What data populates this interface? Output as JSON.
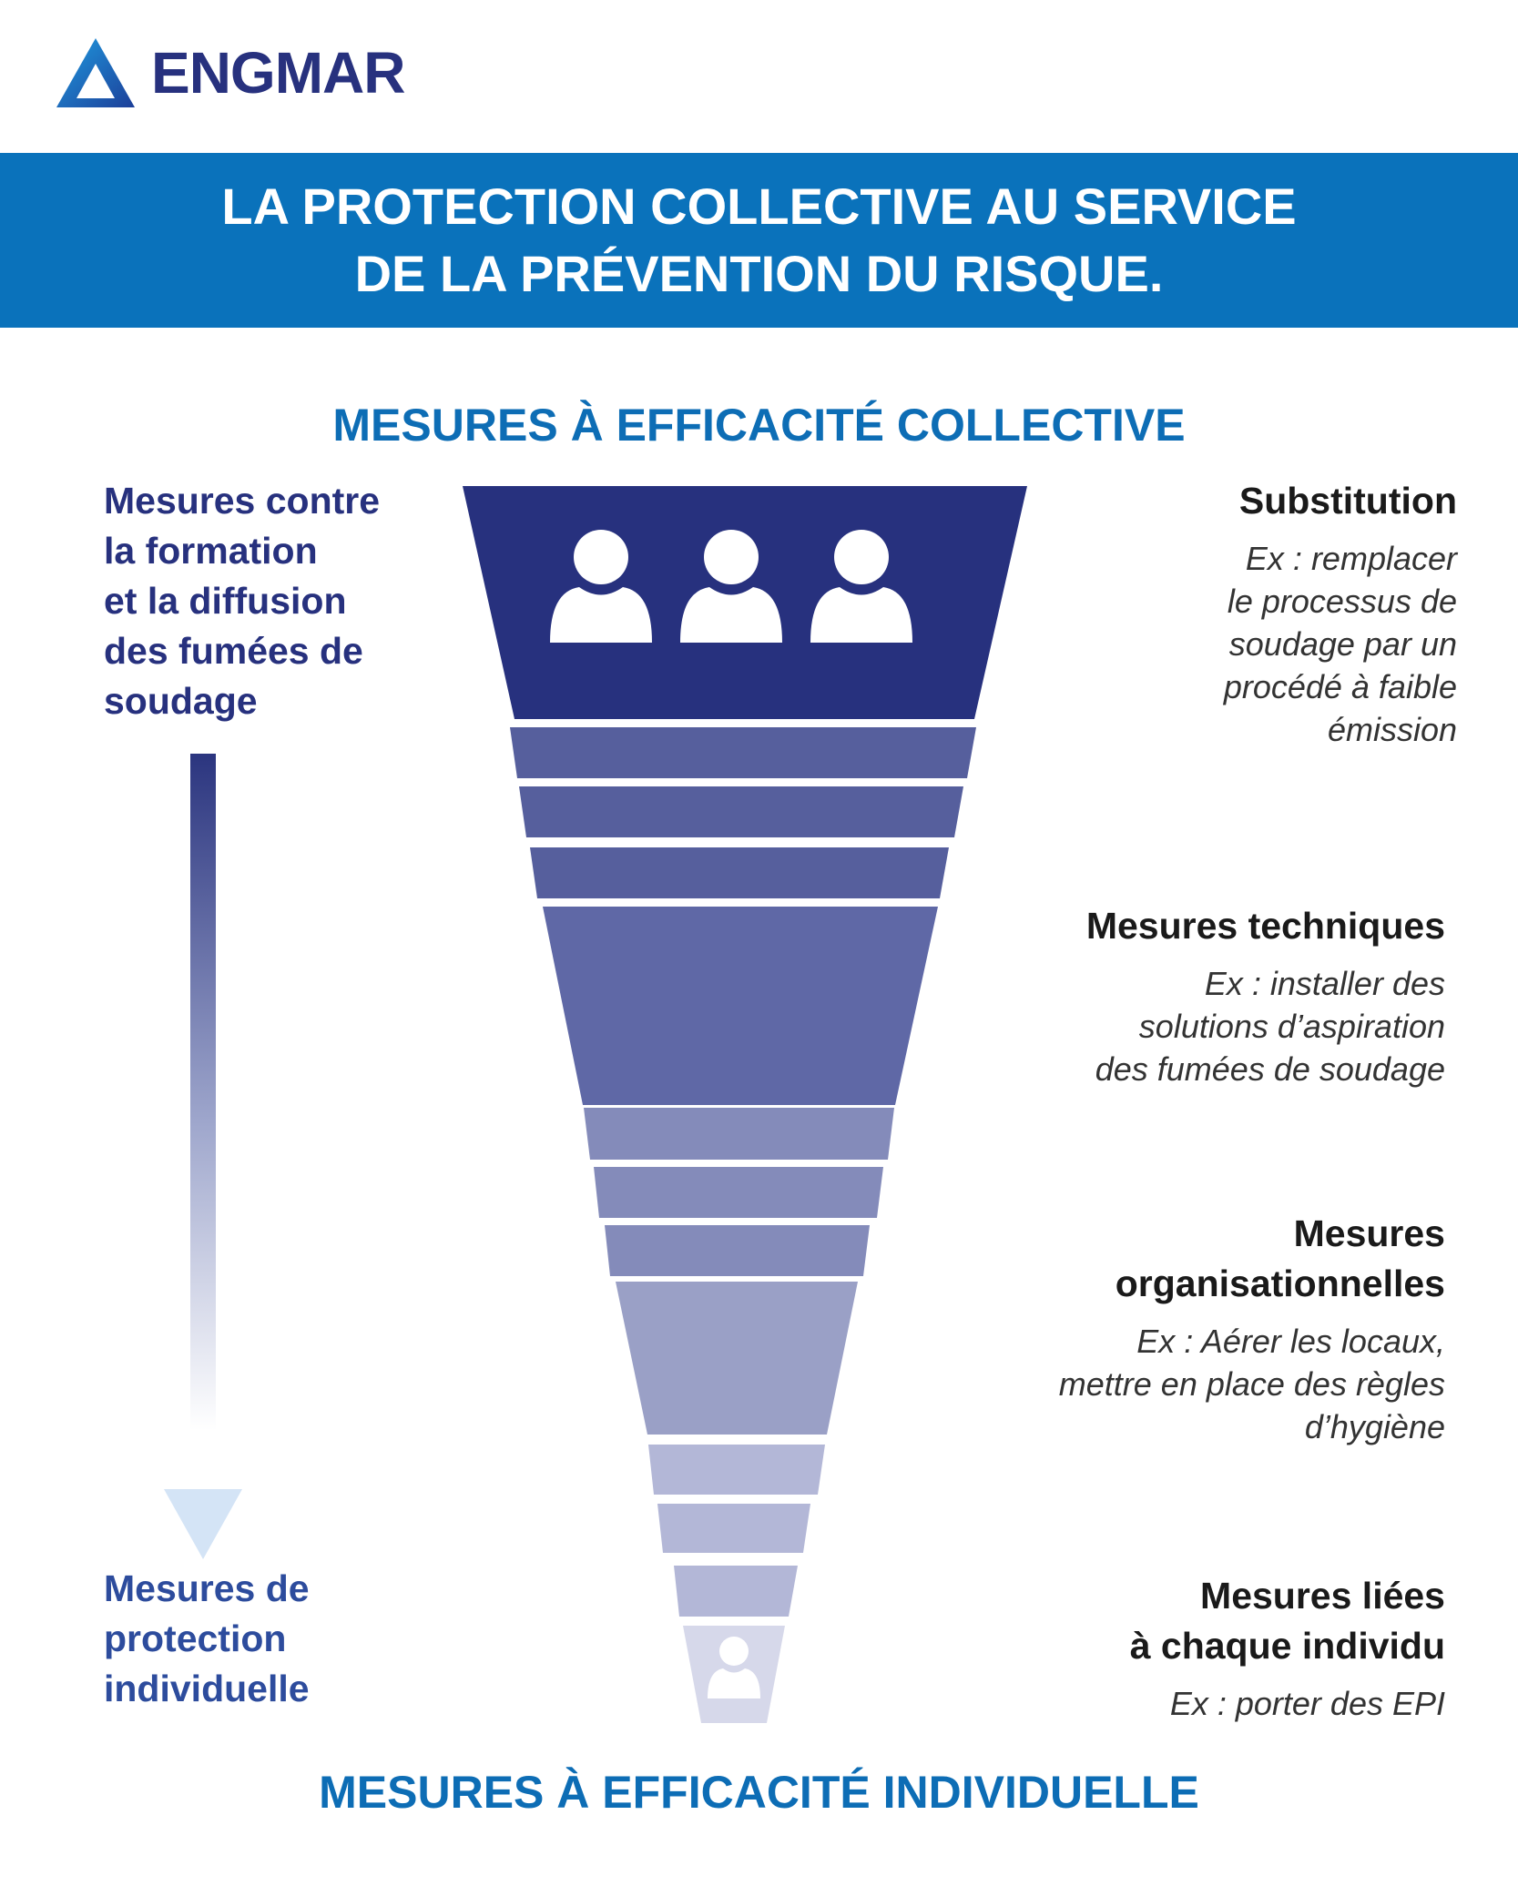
{
  "brand": {
    "name": "ENGMAR",
    "logo_color": "#1d5bb5"
  },
  "banner": {
    "line1": "LA PROTECTION COLLECTIVE AU SERVICE",
    "line2": "DE LA PRÉVENTION DU RISQUE.",
    "color": "#0a72bb"
  },
  "headings": {
    "top": "MESURES À EFFICACITÉ COLLECTIVE",
    "bottom": "MESURES À EFFICACITÉ INDIVIDUELLE"
  },
  "left_top": {
    "line1": "Mesures contre",
    "line2": "la formation",
    "line3": "et la diffusion",
    "line4": "des fumées de",
    "line5": "soudage"
  },
  "left_bottom": {
    "line1": "Mesures de",
    "line2": "protection",
    "line3": "individuelle"
  },
  "measures": [
    {
      "title1": "Substitution",
      "title2": "",
      "ex1": "Ex : remplacer",
      "ex2": "le processus de",
      "ex3": "soudage par un",
      "ex4": "procédé à faible",
      "ex5": "émission",
      "color": "#27317e"
    },
    {
      "title1": "Mesures techniques",
      "title2": "",
      "ex1": "Ex : installer des",
      "ex2": "solutions d’aspiration",
      "ex3": "des fumées de soudage",
      "color": "#5b67a3"
    },
    {
      "title1": "Mesures",
      "title2": "organisationnelles",
      "ex1": "Ex : Aérer les locaux,",
      "ex2": "mettre en place des règles",
      "ex3": "d’hygiène",
      "color": "#9aa0c6"
    },
    {
      "title1": "Mesures liées",
      "title2": "à chaque individu",
      "ex1": "Ex : porter des EPI",
      "color": "#d6d8ea"
    }
  ],
  "icons": {
    "top": [
      "person-icon",
      "person-icon",
      "person-icon"
    ],
    "bottom": "person-icon"
  }
}
